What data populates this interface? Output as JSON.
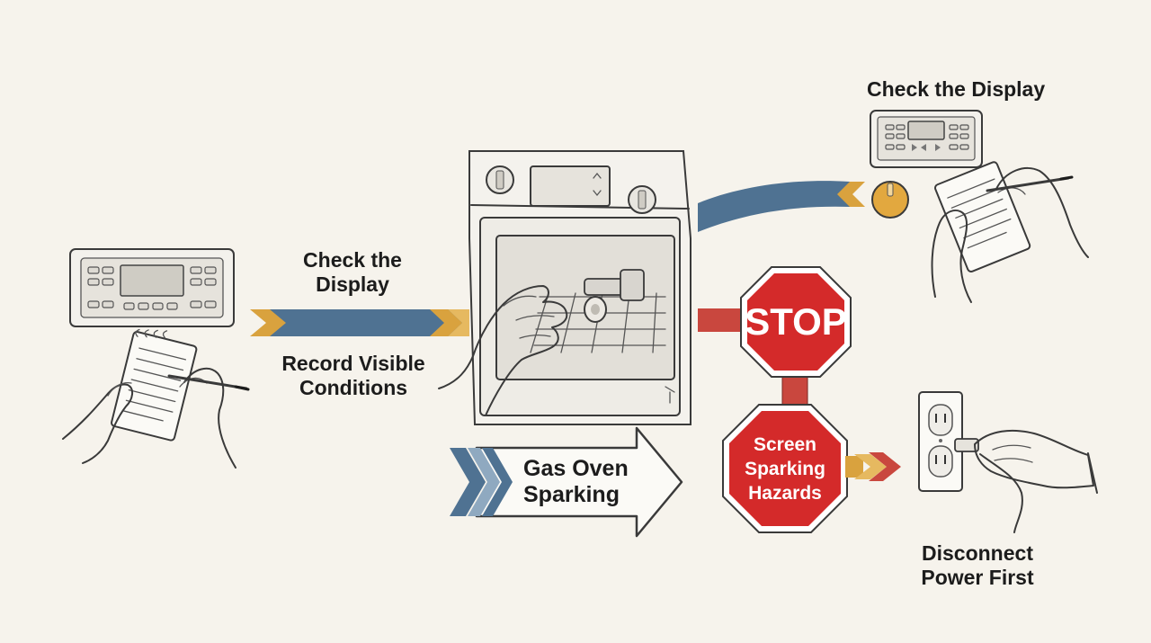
{
  "title_label": "Check the Display",
  "label_check_display": [
    "Check the",
    "Display"
  ],
  "label_record": [
    "Record Visible",
    "Conditions"
  ],
  "label_gas_oven": [
    "Gas Oven",
    "Sparking"
  ],
  "stop_sign": "STOP",
  "screen_sign": [
    "Screen",
    "Sparking",
    "Hazards"
  ],
  "label_disconnect": [
    "Disconnect",
    "Power First"
  ],
  "colors": {
    "background": "#f6f3ec",
    "blue_band": "#4f7292",
    "gold_chevron": "#d9a23e",
    "sign_red": "#d42a2a",
    "ink": "#1c1c1c"
  }
}
